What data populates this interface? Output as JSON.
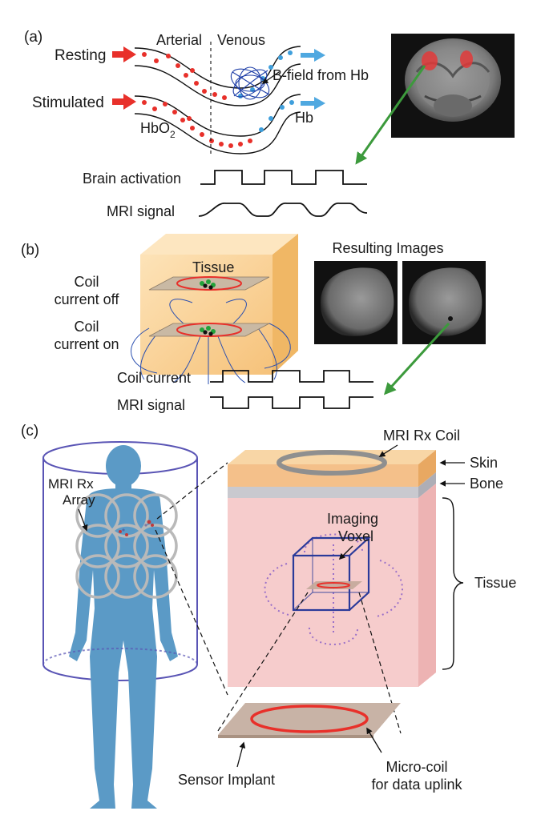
{
  "panels": {
    "a": {
      "label": "(a)",
      "resting": "Resting",
      "stimulated": "Stimulated",
      "arterial": "Arterial",
      "venous": "Venous",
      "bfield": "B-field from Hb",
      "hbo2_base": "HbO",
      "hbo2_sub": "2",
      "hb": "Hb",
      "brain_activation": "Brain activation",
      "mri_signal": "MRI signal"
    },
    "b": {
      "label": "(b)",
      "tissue": "Tissue",
      "resulting_images": "Resulting Images",
      "coil_off_1": "Coil",
      "coil_off_2": "current off",
      "coil_on_1": "Coil",
      "coil_on_2": "current on",
      "coil_current": "Coil current",
      "mri_signal": "MRI signal"
    },
    "c": {
      "label": "(c)",
      "rx_coil": "MRI Rx Coil",
      "skin": "Skin",
      "bone": "Bone",
      "tissue": "Tissue",
      "imaging_1": "Imaging",
      "imaging_2": "Voxel",
      "rx_array_1": "MRI Rx",
      "rx_array_2": "Array",
      "sensor_implant": "Sensor Implant",
      "microcoil_1": "Micro-coil",
      "microcoil_2": "for data uplink"
    }
  },
  "colors": {
    "red": "#e8302a",
    "blue": "#3f9fdc",
    "arrow_blue": "#4fa8e0",
    "green": "#3c9a3c",
    "body_blue": "#5b9ac6",
    "cylinder": "#5a55b5",
    "skin": "#f4c08a",
    "bone": "#c9c9cf",
    "tissue": "#f6cccc",
    "voxel": "#2b3a9a"
  },
  "icons": [
    "red-arrow-icon",
    "blue-arrow-icon",
    "green-arrow-icon",
    "brain-mri-image",
    "human-body-icon"
  ]
}
